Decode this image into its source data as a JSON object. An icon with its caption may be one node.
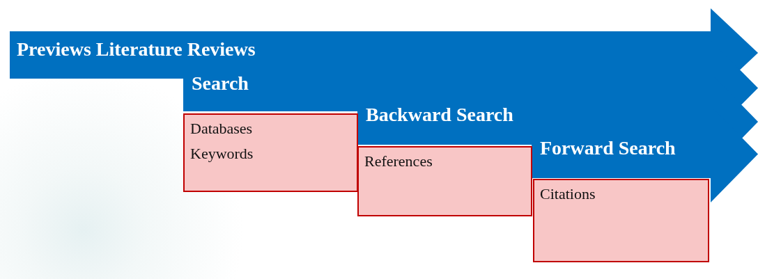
{
  "diagram": {
    "nodes": [
      {
        "text": [
          "Previews Literature Reviews"
        ]
      },
      {
        "text": [
          "Search"
        ]
      },
      {
        "text": [
          "Databases",
          "Keywords"
        ]
      },
      {
        "text": [
          "Backward Search"
        ]
      },
      {
        "text": [
          "References"
        ]
      },
      {
        "text": [
          "Forward Search"
        ]
      },
      {
        "text": [
          "Citations"
        ]
      }
    ]
  }
}
